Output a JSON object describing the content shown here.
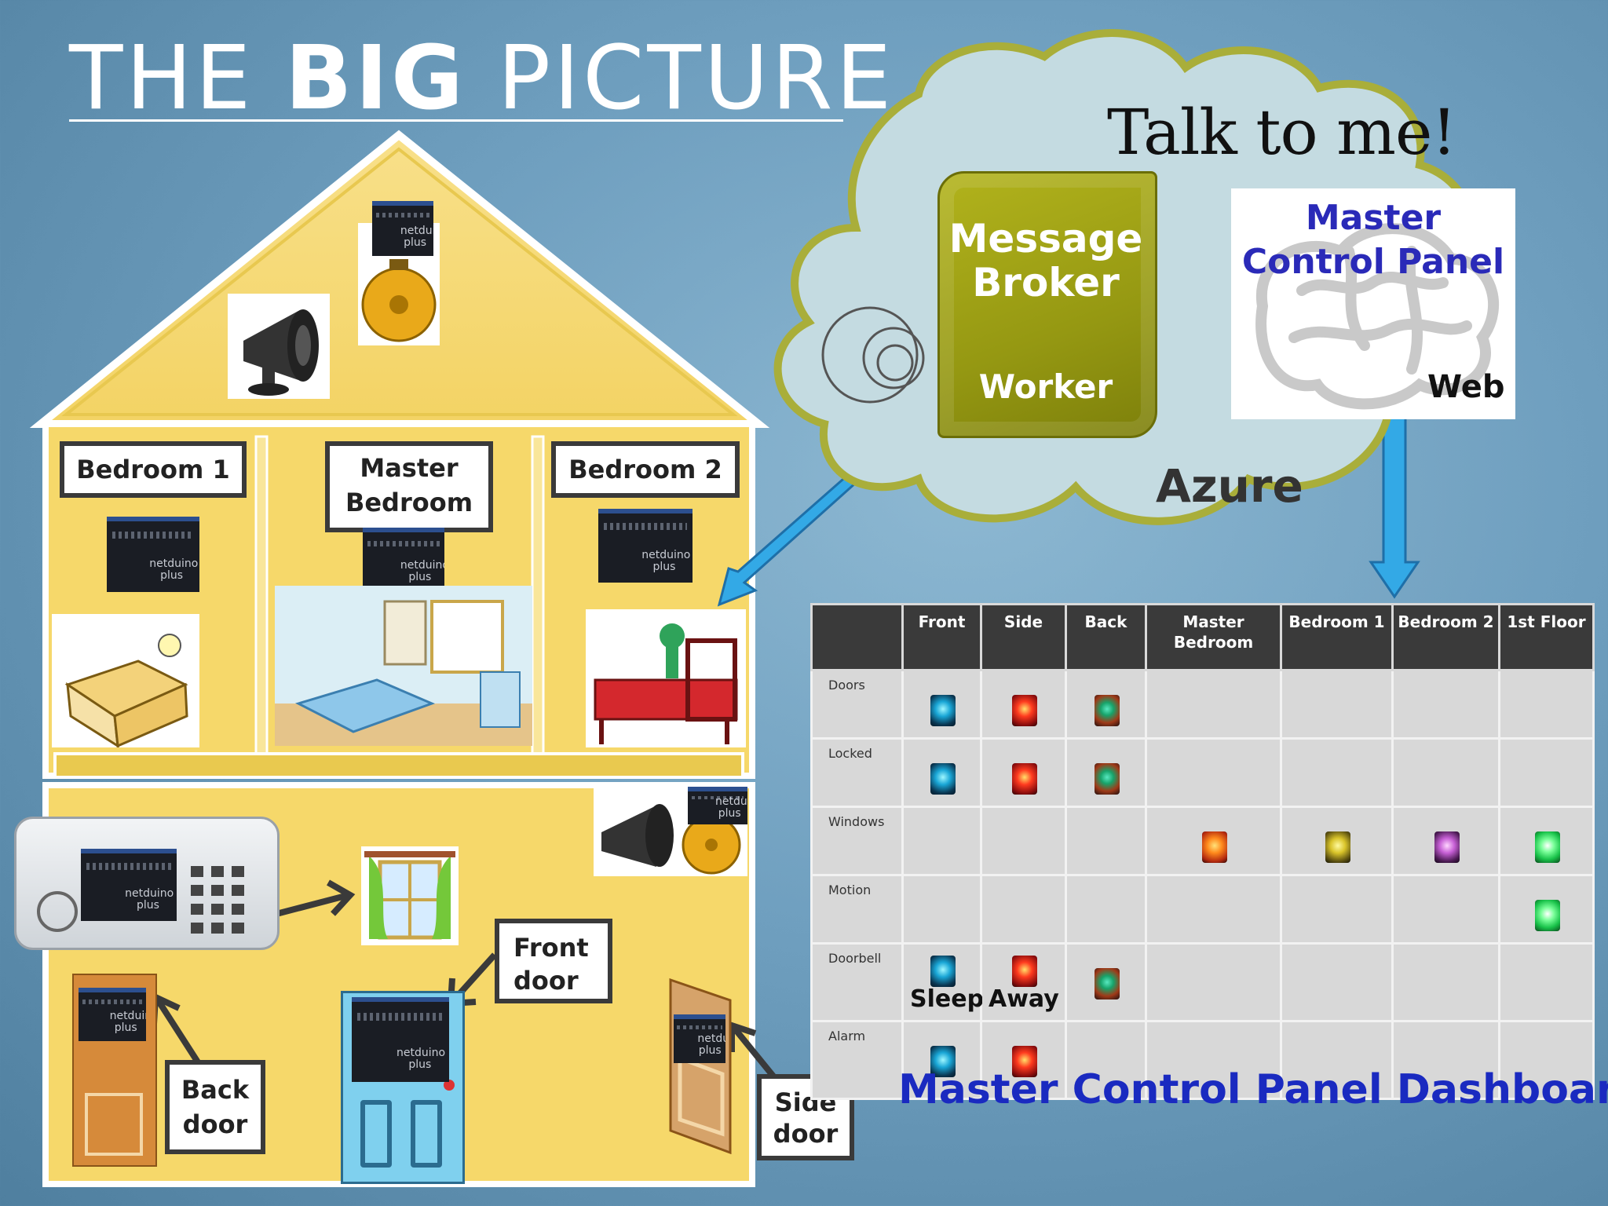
{
  "title": {
    "thin_1": "THE ",
    "bold": "BIG",
    "thin_2": " PICTURE"
  },
  "house": {
    "rooms": {
      "bedroom1": "Bedroom 1",
      "master_bedroom": "Master Bedroom",
      "bedroom2": "Bedroom 2"
    },
    "doors": {
      "front": "Front door",
      "back": "Back door",
      "side": "Side door"
    }
  },
  "cloud": {
    "talk": "Talk to me!",
    "broker_title": "Message Broker",
    "broker_role": "Worker",
    "mcp_title": "Master Control Panel",
    "mcp_role": "Web",
    "platform": "Azure"
  },
  "dashboard": {
    "columns": [
      "",
      "Front",
      "Side",
      "Back",
      "Master Bedroom",
      "Bedroom 1",
      "Bedroom 2",
      "1st Floor"
    ],
    "rows": [
      {
        "label": "Doors",
        "cells": [
          "blue",
          "red",
          "mix",
          "",
          "",
          "",
          ""
        ],
        "captions": [
          "",
          "",
          "",
          "",
          "",
          "",
          ""
        ]
      },
      {
        "label": "Locked",
        "cells": [
          "blue",
          "red",
          "mix",
          "",
          "",
          "",
          ""
        ],
        "captions": [
          "",
          "",
          "",
          "",
          "",
          "",
          ""
        ]
      },
      {
        "label": "Windows",
        "cells": [
          "",
          "",
          "",
          "orange",
          "olive",
          "purple",
          "green"
        ],
        "captions": [
          "",
          "",
          "",
          "",
          "",
          "",
          ""
        ]
      },
      {
        "label": "Motion",
        "cells": [
          "",
          "",
          "",
          "",
          "",
          "",
          "green"
        ],
        "captions": [
          "",
          "",
          "",
          "",
          "",
          "",
          ""
        ]
      },
      {
        "label": "Doorbell",
        "cells": [
          "blue",
          "red",
          "mix",
          "",
          "",
          "",
          ""
        ],
        "captions": [
          "Sleep",
          "Away",
          "",
          "",
          "",
          "",
          ""
        ]
      },
      {
        "label": "Alarm",
        "cells": [
          "blue",
          "red",
          "",
          "",
          "",
          "",
          ""
        ],
        "captions": [
          "",
          "",
          "",
          "",
          "",
          "",
          ""
        ]
      }
    ],
    "caption": "Master Control Panel Dashboard"
  },
  "colors": {
    "background": "#6f9fbf",
    "house_wall": "#f6d86a",
    "broker": "#959812",
    "arrow": "#33a9e6",
    "dashboard_caption": "#1a2ac0"
  }
}
